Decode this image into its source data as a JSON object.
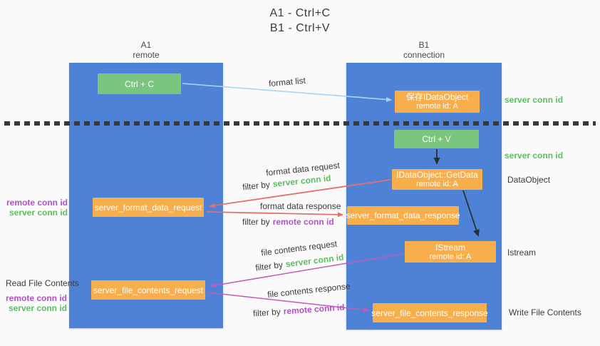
{
  "title": {
    "line1": "A1 - Ctrl+C",
    "line2": "B1 - Ctrl+V"
  },
  "lanes": {
    "a1": {
      "name": "A1",
      "subtitle": "remote"
    },
    "b1": {
      "name": "B1",
      "subtitle": "connection"
    }
  },
  "nodes": {
    "ctrl_c": {
      "label": "Ctrl + C"
    },
    "save_idataobject": {
      "line1": "保存IDataObject",
      "line2": "remote id: A"
    },
    "ctrl_v": {
      "label": "Ctrl + V"
    },
    "getdata": {
      "line1": "IDataObject::GetData",
      "line2": "remote id: A"
    },
    "format_request": {
      "label": "server_format_data_request"
    },
    "format_response": {
      "label": "server_format_data_response"
    },
    "istream": {
      "line1": "IStream",
      "line2": "remote id: A"
    },
    "file_request": {
      "label": "server_file_contents_request"
    },
    "file_response": {
      "label": "server_file_contents_response"
    }
  },
  "edge_labels": {
    "format_list": "format list",
    "format_data_request": "format data request",
    "format_data_response": "format data response",
    "file_contents_request": "file contents request",
    "file_contents_response": "file contents response",
    "filter_by": "filter by",
    "server_conn_id": "server conn id",
    "remote_conn_id": "remote conn id"
  },
  "side_labels": {
    "server_conn_id_top": "server conn id",
    "server_conn_id_mid": "server conn id",
    "dataobject": "DataObject",
    "istream": "Istream",
    "write_file_contents": "Write File Contents",
    "read_file_contents": "Read File Contents",
    "remote_conn_id_format": "remote conn id",
    "server_conn_id_format": "server conn id",
    "remote_conn_id_file": "remote conn id",
    "server_conn_id_file": "server conn id"
  },
  "colors": {
    "lane_blue": "#4E82D6",
    "node_orange": "#F9AE4C",
    "node_green": "#7BC67E",
    "text_green": "#5CBE60",
    "text_magenta": "#B451C8",
    "arrow_red": "#E5706E",
    "arrow_blue": "#A8D6F2",
    "arrow_magenta": "#C45BB5",
    "arrow_black": "#2E2E2E",
    "text_dark": "#3B3B3B",
    "background": "#FAFAFA"
  }
}
